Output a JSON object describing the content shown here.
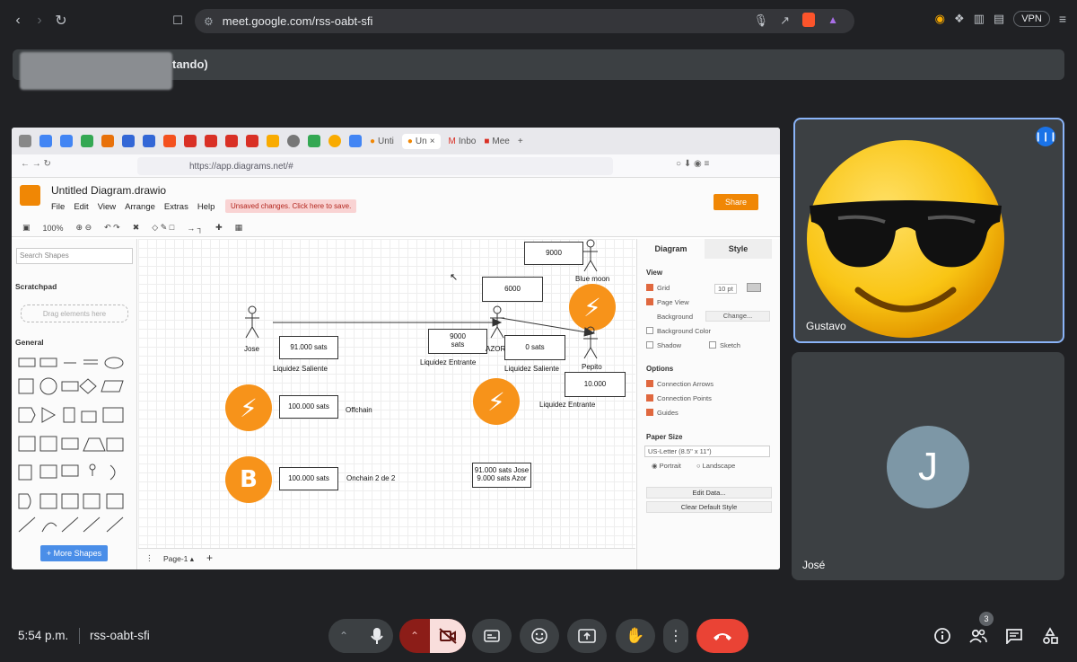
{
  "browser": {
    "url": "meet.google.com/rss-oabt-sfi",
    "vpn_label": "VPN"
  },
  "presenting": {
    "text": "tando)"
  },
  "shared_screen": {
    "tabs": [
      "Unti",
      "Un",
      "Inbo",
      "Mee"
    ],
    "url": "https://app.diagrams.net/#",
    "doc_title": "Untitled Diagram.drawio",
    "menu": [
      "File",
      "Edit",
      "View",
      "Arrange",
      "Extras",
      "Help"
    ],
    "unsaved": "Unsaved changes. Click here to save.",
    "share": "Share",
    "zoom": "100%",
    "search_placeholder": "Search Shapes",
    "scratchpad": "Scratchpad",
    "drag_here": "Drag elements here",
    "general": "General",
    "more_shapes": "+ More Shapes",
    "page_tab": "Page-1",
    "right_tabs": [
      "Diagram",
      "Style"
    ],
    "view_title": "View",
    "grid": "Grid",
    "grid_size": "10 pt",
    "page_view": "Page View",
    "background": "Background",
    "change": "Change...",
    "bg_color": "Background Color",
    "shadow": "Shadow",
    "sketch": "Sketch",
    "options_title": "Options",
    "conn_arrows": "Connection Arrows",
    "conn_points": "Connection Points",
    "guides": "Guides",
    "paper_title": "Paper Size",
    "paper_value": "US-Letter (8.5\" x 11\")",
    "portrait": "Portrait",
    "landscape": "Landscape",
    "edit_data": "Edit Data...",
    "clear_style": "Clear Default Style",
    "diagram": {
      "box_9000_top": "9000",
      "blue_moon": "Blue moon",
      "box_6000": "6000",
      "jose": "Jose",
      "box_91000": "91.000 sats",
      "liq_saliente_1": "Liquidez Saliente",
      "box_9000_sats_l1": "9000",
      "box_9000_sats_l2": "sats",
      "azor": "AZOR",
      "liq_entrante_1": "Liquidez Entrante",
      "box_0": "0 sats",
      "liq_saliente_2": "Liquidez Saliente",
      "pepito": "Pepito",
      "box_10000": "10.000",
      "liq_entrante_2": "Liquidez Entrante",
      "box_100000_a": "100.000 sats",
      "offchain": "Offchain",
      "box_100000_b": "100.000 sats",
      "onchain": "Onchain 2 de 2",
      "summary_l1": "91.000 sats Jose",
      "summary_l2": "9.000 sats Azor",
      "bitcoin_symbol": "B"
    }
  },
  "tiles": {
    "gustavo": "Gustavo",
    "jose_initial": "J",
    "jose": "José"
  },
  "bottom": {
    "time": "5:54 p.m.",
    "code": "rss-oabt-sfi",
    "participants_count": "3"
  },
  "colors": {
    "meet_bg": "#202124",
    "end_call": "#ea4335",
    "camera_off": "#f9dedc",
    "drawio_orange": "#f08705",
    "bitcoin_orange": "#f7931a",
    "active_border": "#8ab4f8"
  }
}
